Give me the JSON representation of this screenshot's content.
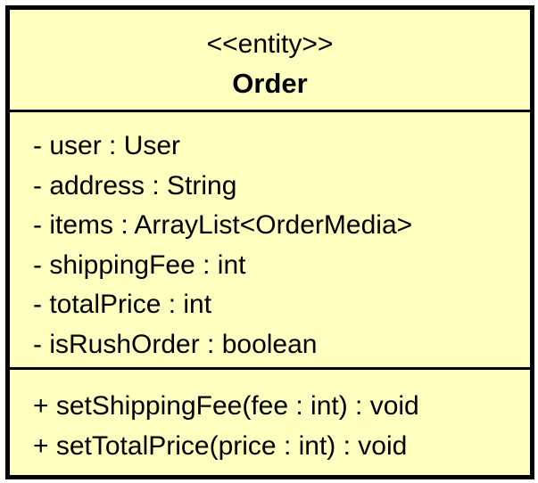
{
  "class": {
    "stereotype": "<<entity>>",
    "name": "Order",
    "attributes": [
      "- user : User",
      "- address : String",
      "- items : ArrayList<OrderMedia>",
      "- shippingFee : int",
      "- totalPrice : int",
      "- isRushOrder : boolean"
    ],
    "operations": [
      "+ setShippingFee(fee : int) : void",
      "+ setTotalPrice(price : int) : void"
    ]
  },
  "colors": {
    "fill": "#ffffc0",
    "border": "#000000",
    "text": "#000000"
  }
}
